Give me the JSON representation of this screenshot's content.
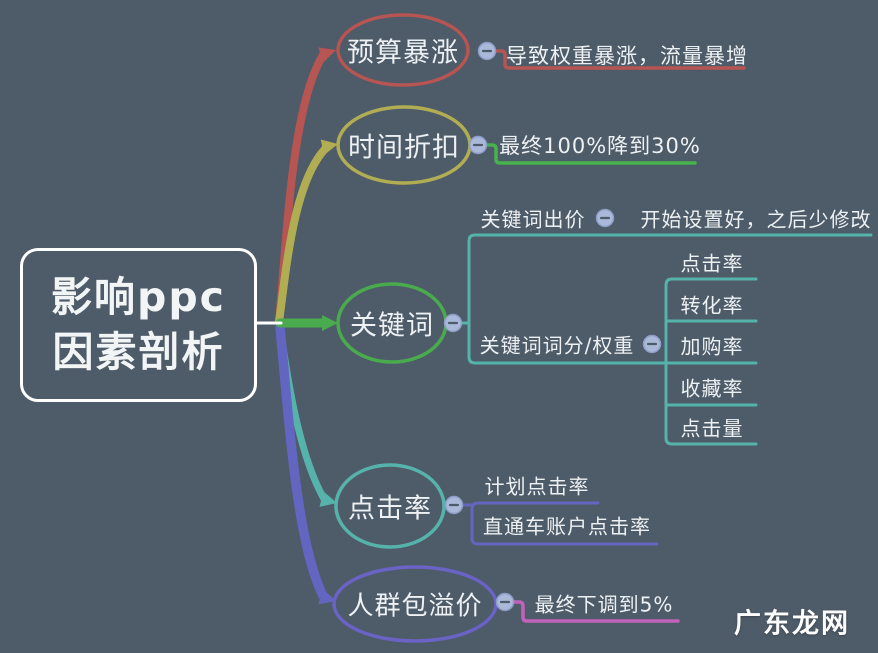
{
  "root": {
    "line1": "影响ppc",
    "line2": "因素剖析"
  },
  "branches": [
    {
      "label": "预算暴涨",
      "note": "导致权重暴涨，流量暴增"
    },
    {
      "label": "时间折扣",
      "note": "最终100%降到30%"
    },
    {
      "label": "关键词",
      "children": [
        {
          "label": "关键词出价",
          "note": "开始设置好，之后少修改"
        },
        {
          "label": "关键词词分/权重",
          "items": [
            "点击率",
            "转化率",
            "加购率",
            "收藏率",
            "点击量"
          ]
        }
      ]
    },
    {
      "label": "点击率",
      "items": [
        "计划点击率",
        "直通车账户点击率"
      ]
    },
    {
      "label": "人群包溢价",
      "note": "最终下调到5%"
    }
  ],
  "watermark": "广东龙网",
  "icons": {
    "collapse": "minus-icon"
  },
  "colors": {
    "background": "#4e5b68",
    "branch_red": "#b65552",
    "branch_olive": "#b1ad52",
    "branch_green": "#4aab4e",
    "branch_teal": "#56b3ab",
    "branch_indigo": "#6266c1",
    "ellipse_purple": "#6a63c6",
    "note_underline_red": "#b65552",
    "note_underline_green": "#47b34c",
    "note_underline_pink": "#c263bb",
    "collapse_fill": "#aab8da",
    "collapse_border": "#8d9ec6",
    "node_border": "#ffffff",
    "text": "#eef1f3"
  }
}
